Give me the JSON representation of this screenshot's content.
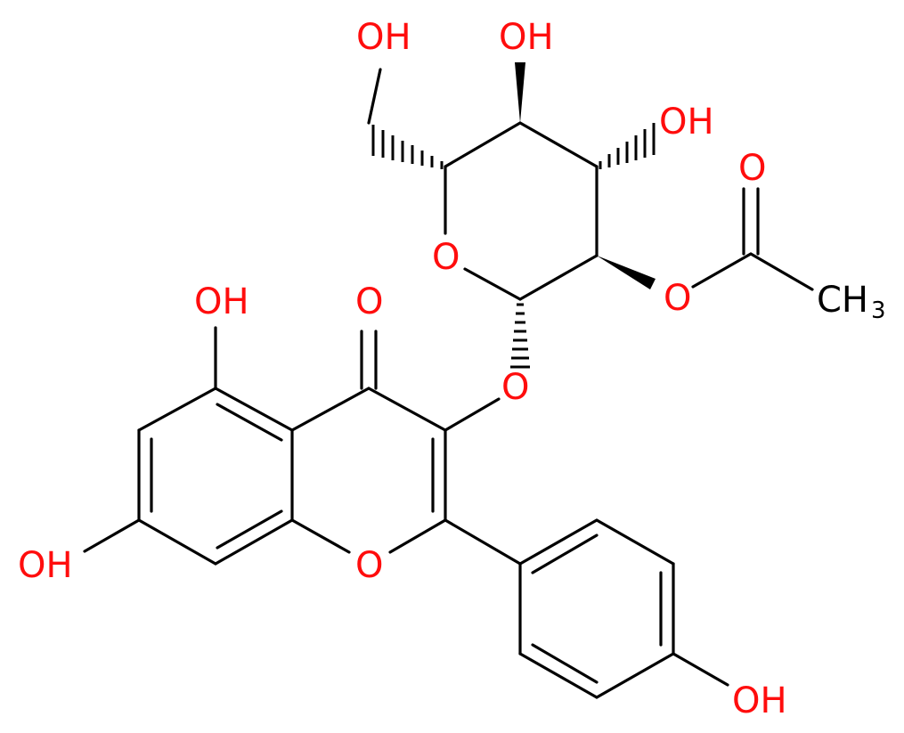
{
  "molecule": {
    "labels": {
      "oh_ch2": "OH",
      "oh_c4": "OH",
      "oh_c3": "OH",
      "o_ring": "O",
      "o_acetyl": "O",
      "o_carbonyl_acetyl": "O",
      "ch3_c": "CH",
      "ch3_sub": "3",
      "oh_c5": "OH",
      "o_ketone": "O",
      "o_glycoside": "O",
      "oh_c7": "OH",
      "o_chromone": "O",
      "oh_phenyl": "OH"
    },
    "colors": {
      "heteroatom": "#ff0d0d",
      "bond": "#000000",
      "carbon_label": "#000000"
    }
  }
}
